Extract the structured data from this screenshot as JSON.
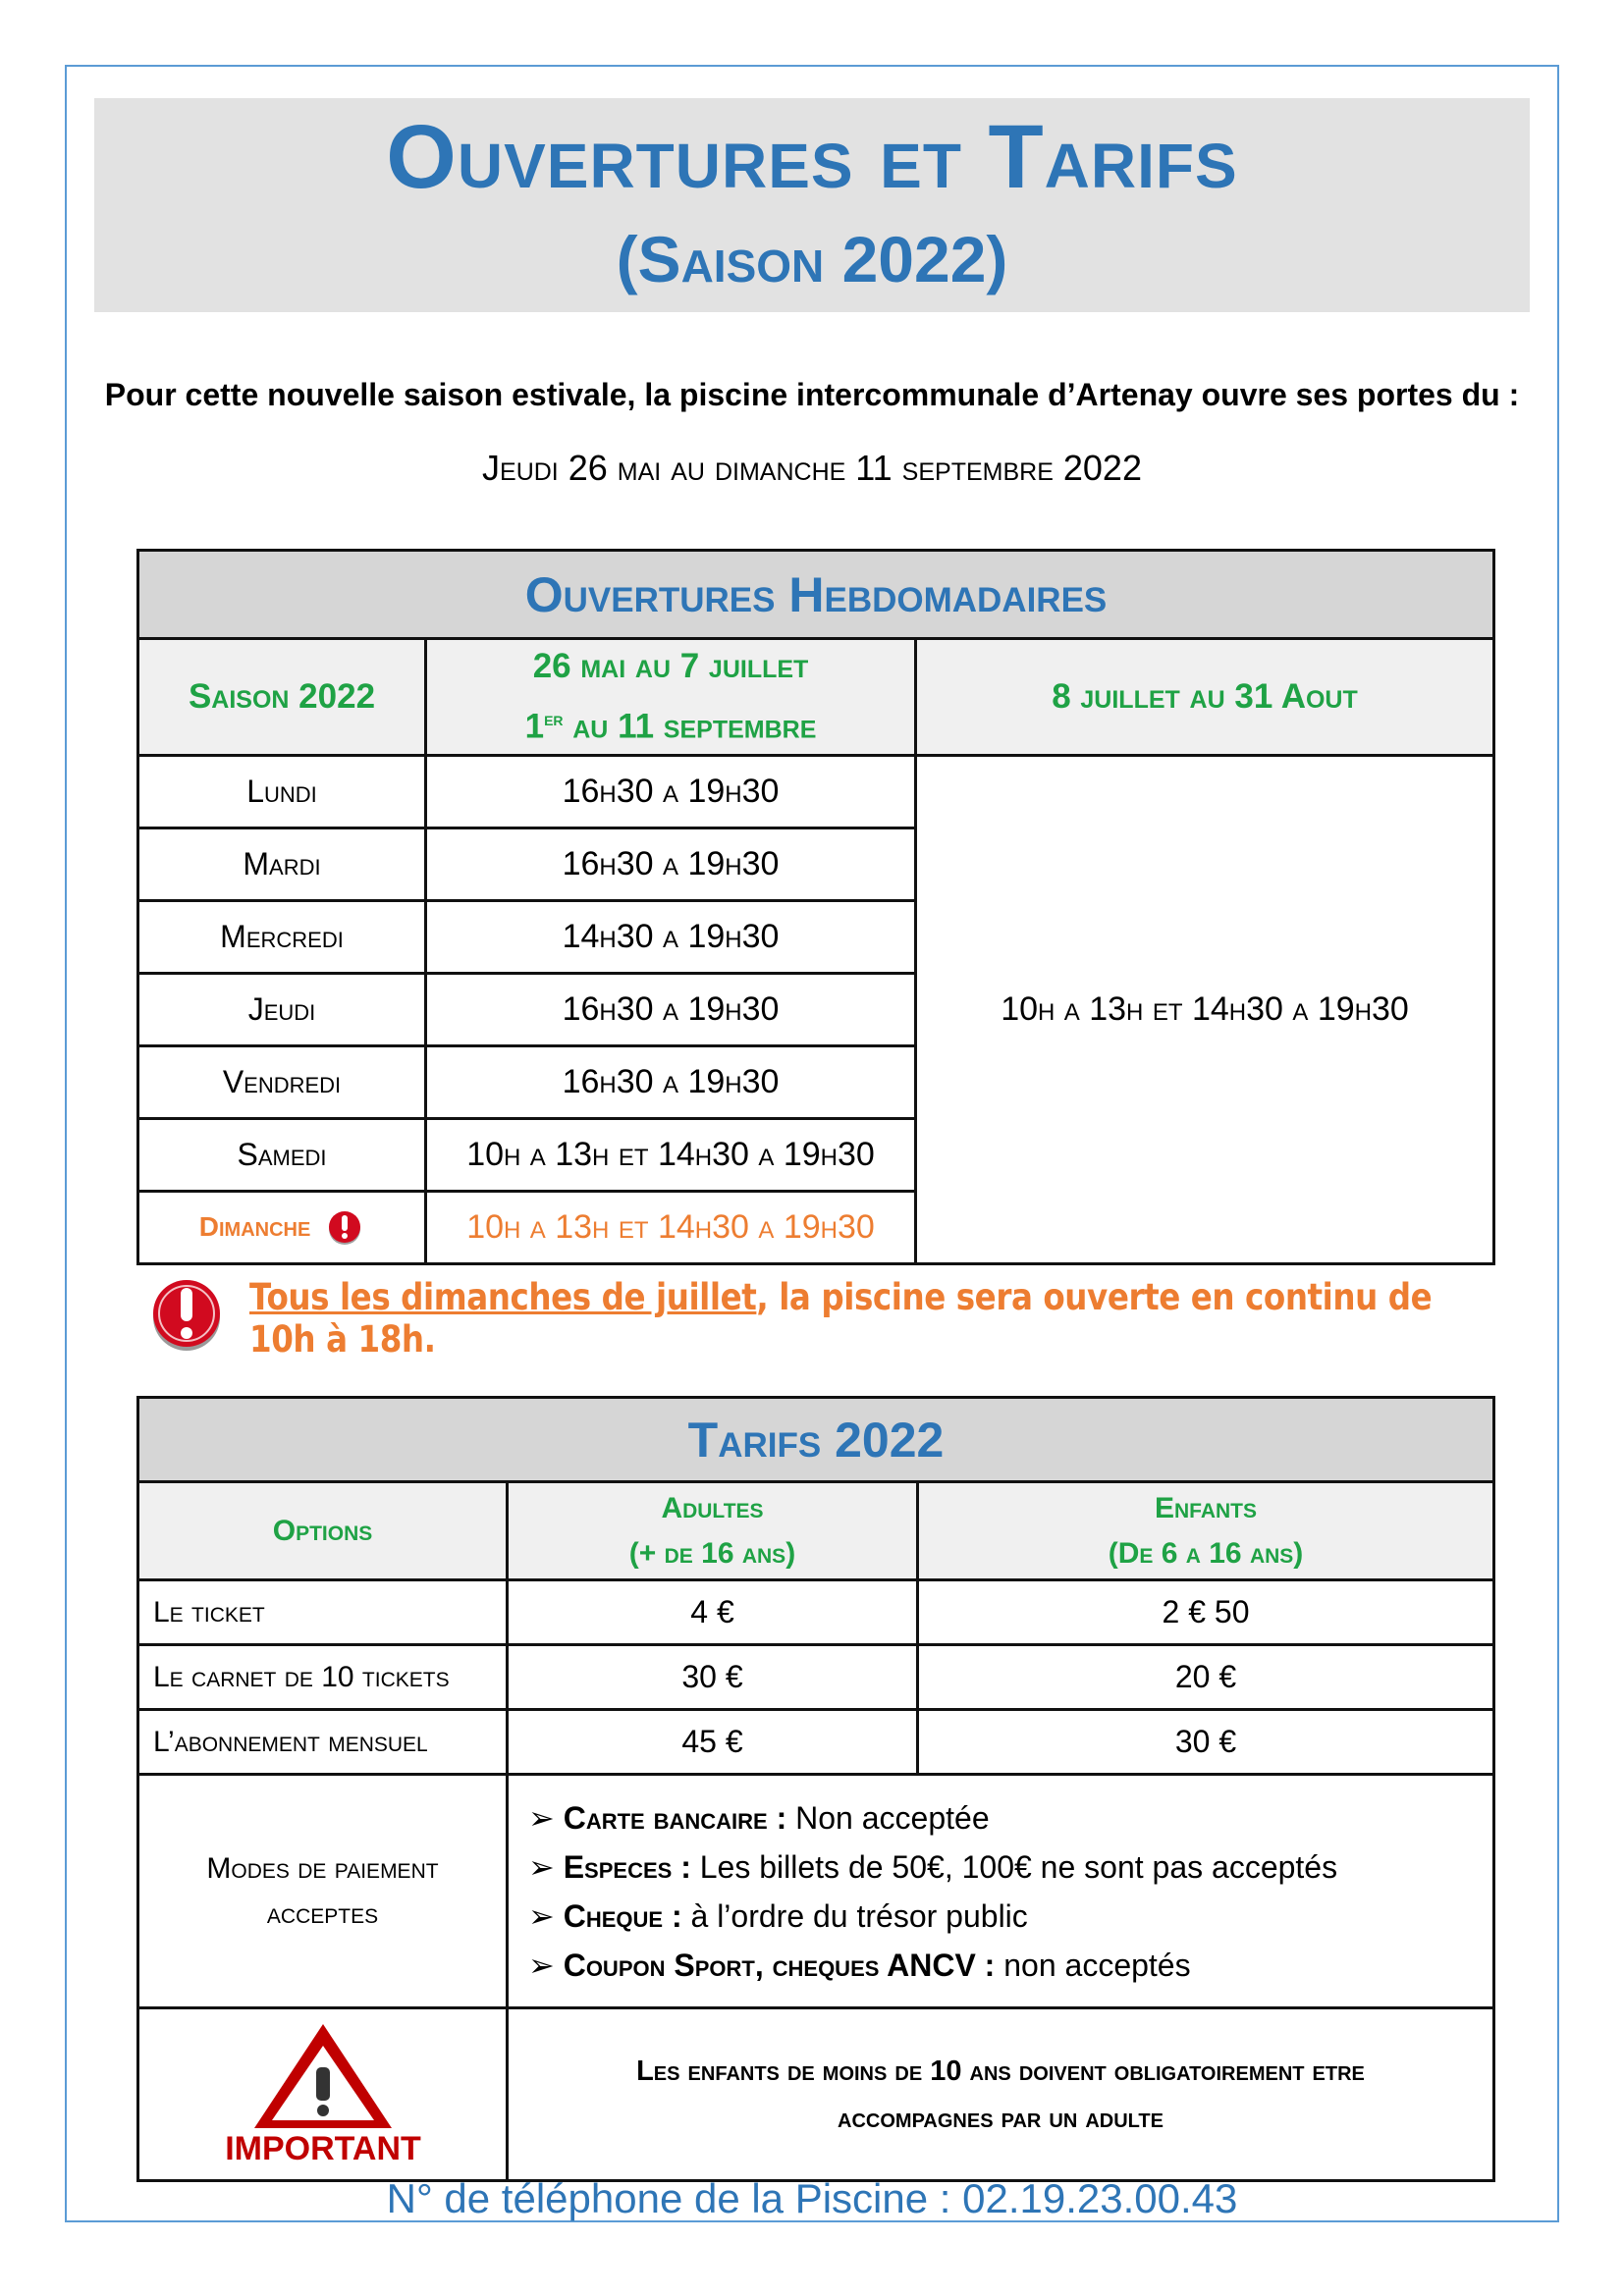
{
  "header": {
    "title": "Ouvertures et Tarifs",
    "subtitle": "(Saison 2022)"
  },
  "intro": {
    "text": "Pour cette nouvelle saison estivale, la piscine intercommunale d’Artenay ouvre ses portes du :",
    "dates": "Jeudi 26 mai au dimanche 11 septembre 2022"
  },
  "hours": {
    "title": "Ouvertures Hebdomadaires",
    "col_season": "Saison 2022",
    "col_period1_line1": "26 mai au 7 juillet",
    "col_period1_line2_pre": "1",
    "col_period1_line2_sup": "er",
    "col_period1_line2_post": " au 11 septembre",
    "col_period2": "8 juillet au 31 Aout",
    "summer_hours": "10h a 13h et 14h30 a 19h30",
    "rows": [
      {
        "day": "Lundi",
        "hours": "16h30 a 19h30"
      },
      {
        "day": "Mardi",
        "hours": "16h30 a 19h30"
      },
      {
        "day": "Mercredi",
        "hours": "14h30 a 19h30"
      },
      {
        "day": "Jeudi",
        "hours": "16h30 a 19h30"
      },
      {
        "day": "Vendredi",
        "hours": "16h30 a 19h30"
      },
      {
        "day": "Samedi",
        "hours": "10h a 13h et 14h30 a 19h30"
      },
      {
        "day": "Dimanche",
        "hours": "10h a 13h et 14h30 a 19h30"
      }
    ]
  },
  "notice": {
    "underlined": "Tous les dimanches de juillet",
    "rest": ", la piscine sera ouverte en continu de 10h à 18h."
  },
  "tarifs": {
    "title": "Tarifs 2022",
    "col_options": "Options",
    "col_adults_line1": "Adultes",
    "col_adults_line2": "(+ de 16 ans)",
    "col_children_line1": "Enfants",
    "col_children_line2": "(De 6 a 16 ans)",
    "rows": [
      {
        "option": "Le ticket",
        "adult": "4 €",
        "child": "2 € 50"
      },
      {
        "option": "Le carnet de 10 tickets",
        "adult": "30 €",
        "child": "20 €"
      },
      {
        "option": "L’abonnement mensuel",
        "adult": "45 €",
        "child": "30 €"
      }
    ],
    "payment_label_line1": "Modes de paiement",
    "payment_label_line2": "acceptes",
    "payments": [
      {
        "method": "Carte bancaire :",
        "detail": " Non acceptée"
      },
      {
        "method": "Especes :",
        "detail": " Les billets de 50€, 100€ ne sont pas acceptés"
      },
      {
        "method": "Cheque :",
        "detail": " à l’ordre du trésor public"
      },
      {
        "method": "Coupon Sport, cheques ANCV :",
        "detail": " non acceptés"
      }
    ],
    "important_label": "IMPORTANT",
    "important_line1": "Les enfants de moins de 10 ans doivent obligatoirement etre",
    "important_line2": "accompagnes par un adulte"
  },
  "footer": {
    "phone": "N° de téléphone de la Piscine : 02.19.23.00.43"
  },
  "colors": {
    "blue": "#2e75b6",
    "green": "#1fa245",
    "orange": "#ed7d31",
    "red": "#c00000"
  }
}
